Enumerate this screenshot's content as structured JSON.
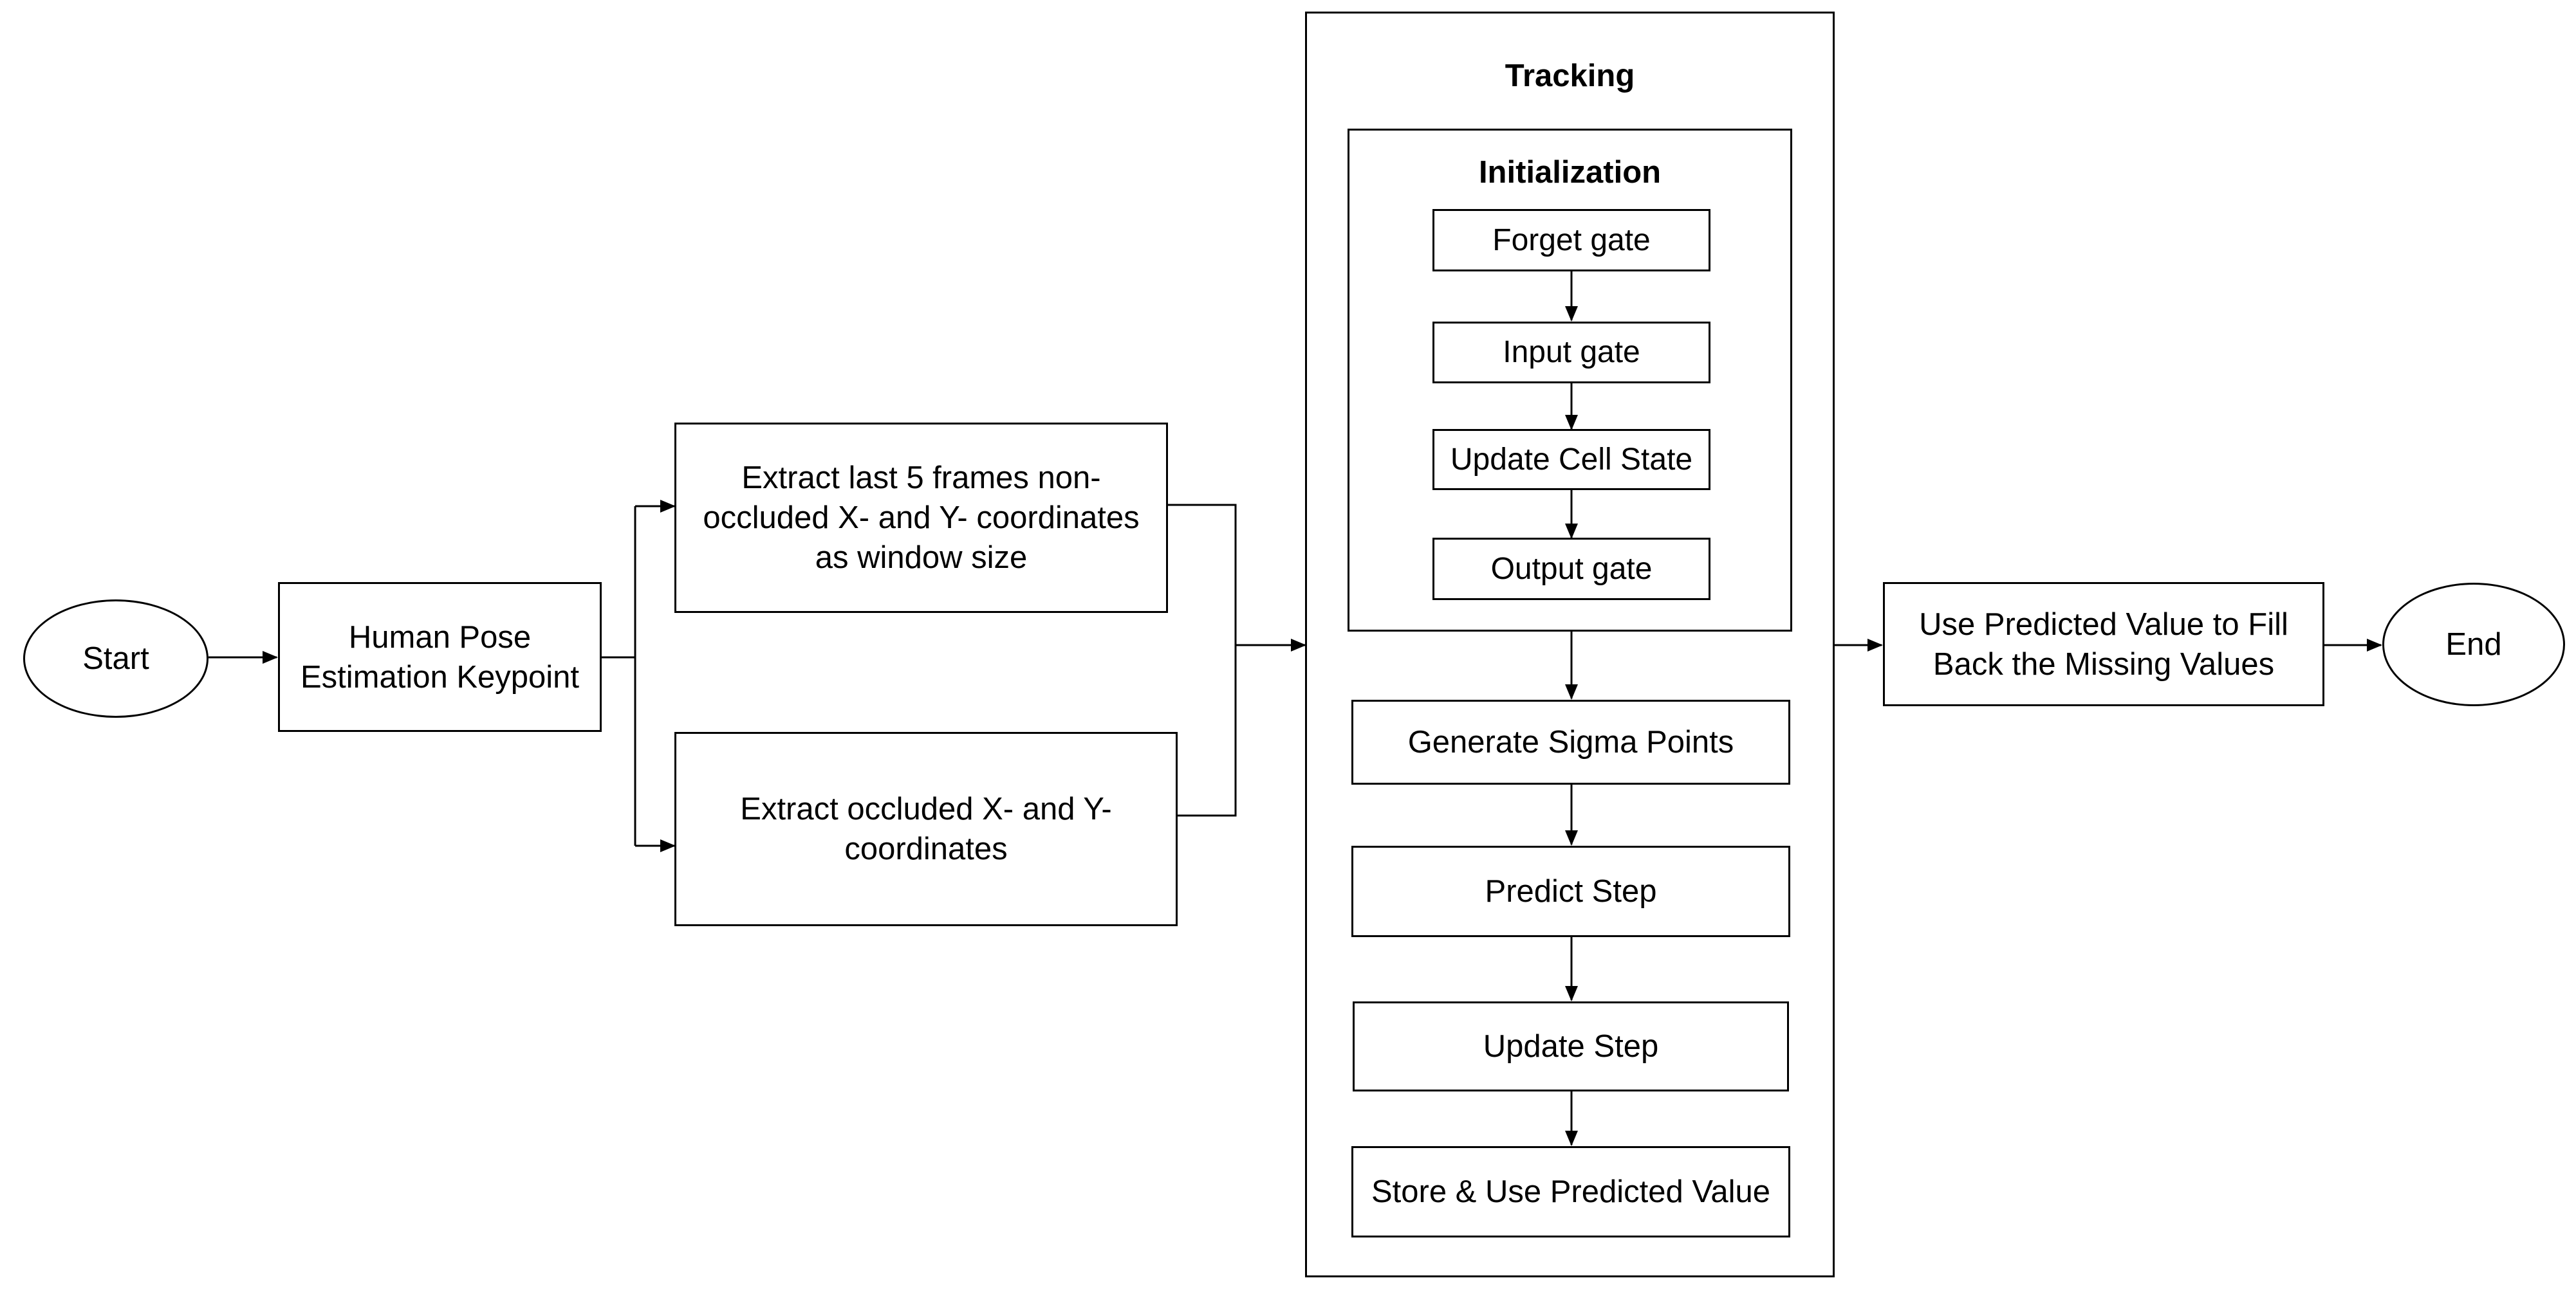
{
  "nodes": {
    "start": "Start",
    "hpe": "Human Pose Estimation Keypoint",
    "extract_last": "Extract last 5 frames non-occluded X- and Y- coordinates as window size",
    "extract_occluded": "Extract occluded X- and Y- coordinates",
    "forget_gate": "Forget gate",
    "input_gate": "Input gate",
    "update_cell": "Update Cell State",
    "output_gate": "Output gate",
    "sigma": "Generate Sigma Points",
    "predict": "Predict Step",
    "update_step": "Update Step",
    "store": "Store & Use Predicted Value",
    "use_predicted": "Use Predicted Value to Fill Back the Missing Values",
    "end": "End"
  },
  "groups": {
    "tracking": "Tracking",
    "initialization": "Initialization"
  }
}
